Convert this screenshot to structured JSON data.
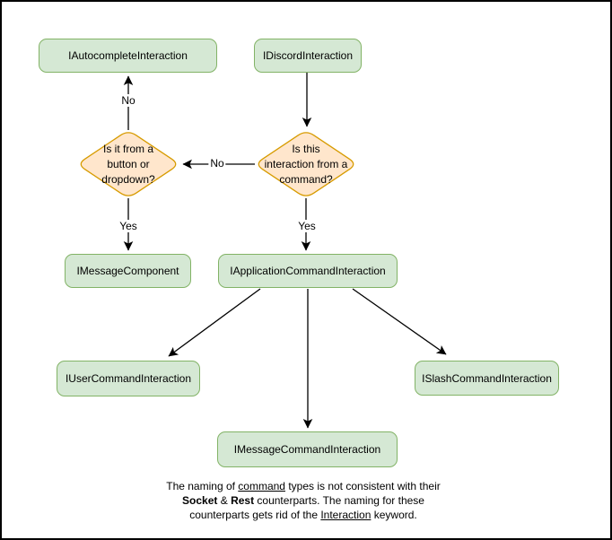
{
  "diagram": {
    "nodes": {
      "autocomplete": "IAutocompleteInteraction",
      "discord": "IDiscordInteraction",
      "message_component": "IMessageComponent",
      "application_command": "IApplicationCommandInteraction",
      "user_command": "IUserCommandInteraction",
      "message_command": "IMessageCommandInteraction",
      "slash_command": "ISlashCommandInteraction"
    },
    "decisions": {
      "button_dropdown": {
        "line1": "Is it from a",
        "line2": "button or",
        "line3": "dropdown?"
      },
      "from_command": {
        "line1": "Is this",
        "line2": "interaction from a",
        "line3": "command?"
      }
    },
    "edge_labels": {
      "no_to_autocomplete": "No",
      "no_to_button_dropdown": "No",
      "yes_to_message_component": "Yes",
      "yes_to_application_command": "Yes"
    },
    "note": {
      "l1a": "The naming of ",
      "l1b": "command",
      "l1c": " types is not consistent with their",
      "l2a": "Socket",
      "l2b": " & ",
      "l2c": "Rest",
      "l2d": " counterparts. The naming for these",
      "l3a": "counterparts gets rid of the ",
      "l3b": "Interaction",
      "l3c": " keyword."
    },
    "colors": {
      "node_fill": "#d5e8d4",
      "node_border": "#82b366",
      "decision_fill": "#ffe6cc",
      "decision_border": "#d79b00",
      "arrow": "#000000",
      "background": "#ffffff"
    }
  }
}
